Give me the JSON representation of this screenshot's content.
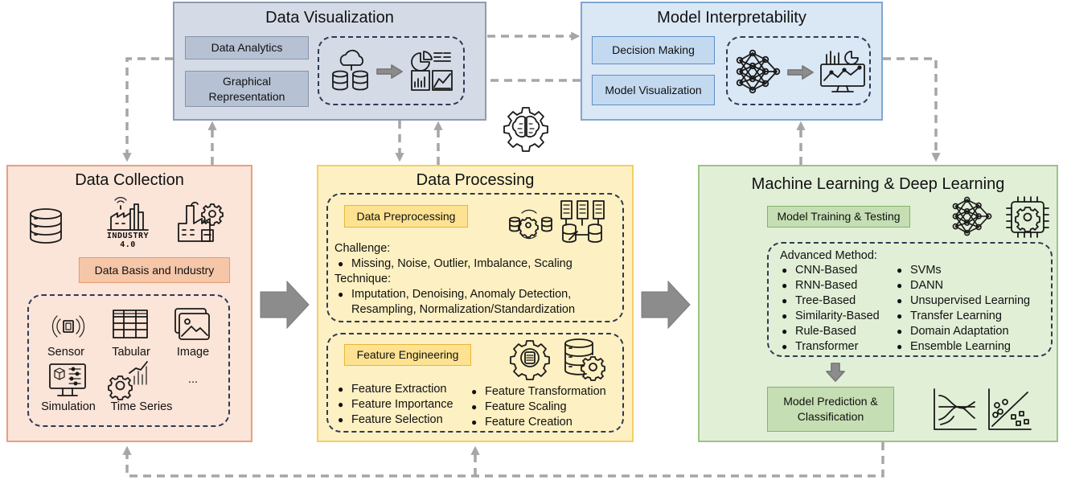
{
  "data_visualization": {
    "title": "Data Visualization",
    "items": [
      "Data Analytics",
      "Graphical\nRepresentation"
    ]
  },
  "model_interpretability": {
    "title": "Model Interpretability",
    "items": [
      "Decision Making",
      "Model Visualization"
    ]
  },
  "data_collection": {
    "title": "Data Collection",
    "basis_label": "Data Basis and Industry",
    "industry_text": "INDUSTRY\n4.0",
    "sources": [
      "Sensor",
      "Tabular",
      "Image",
      "Simulation",
      "Time Series",
      "..."
    ]
  },
  "data_processing": {
    "title": "Data Processing",
    "preprocessing_label": "Data Preprocessing",
    "challenge_heading": "Challenge:",
    "challenge_items": [
      "Missing, Noise, Outlier, Imbalance, Scaling"
    ],
    "technique_heading": "Technique:",
    "technique_items": [
      "Imputation, Denoising, Anomaly Detection,",
      "Resampling, Normalization/Standardization"
    ],
    "feature_label": "Feature Engineering",
    "feature_left": [
      "Feature Extraction",
      "Feature Importance",
      "Feature Selection"
    ],
    "feature_right": [
      "Feature Transformation",
      "Feature Scaling",
      "Feature Creation"
    ]
  },
  "machine_learning": {
    "title": "Machine Learning & Deep Learning",
    "training_label": "Model Training & Testing",
    "advanced_heading": "Advanced Method:",
    "methods_left": [
      "CNN-Based",
      "RNN-Based",
      "Tree-Based",
      "Similarity-Based",
      "Rule-Based",
      "Transformer"
    ],
    "methods_right": [
      "SVMs",
      "DANN",
      "Unsupervised Learning",
      "Transfer Learning",
      "Domain Adaptation",
      "Ensemble Learning"
    ],
    "prediction_label": "Model Prediction &\nClassification"
  },
  "colors": {
    "viz": "#d5dbe6",
    "interp": "#dae7f5",
    "collect": "#fbe4d8",
    "process": "#fdf0c2",
    "ml": "#e1efd7",
    "connector": "#a6a6a6"
  },
  "icons": [
    "cloud-database-icon",
    "dashboard-chart-icon",
    "neural-network-icon",
    "monitor-analytics-icon",
    "brain-gear-icon",
    "database-icon",
    "industry-4-factory-icon",
    "factory-gear-icon",
    "sensor-icon",
    "table-icon",
    "image-icon",
    "simulation-icon",
    "time-series-icon",
    "database-refresh-icon",
    "server-network-icon",
    "gear-chip-icon",
    "database-gear-icon",
    "chip-gear-icon",
    "decision-boundary-icon",
    "scatter-plot-icon"
  ]
}
